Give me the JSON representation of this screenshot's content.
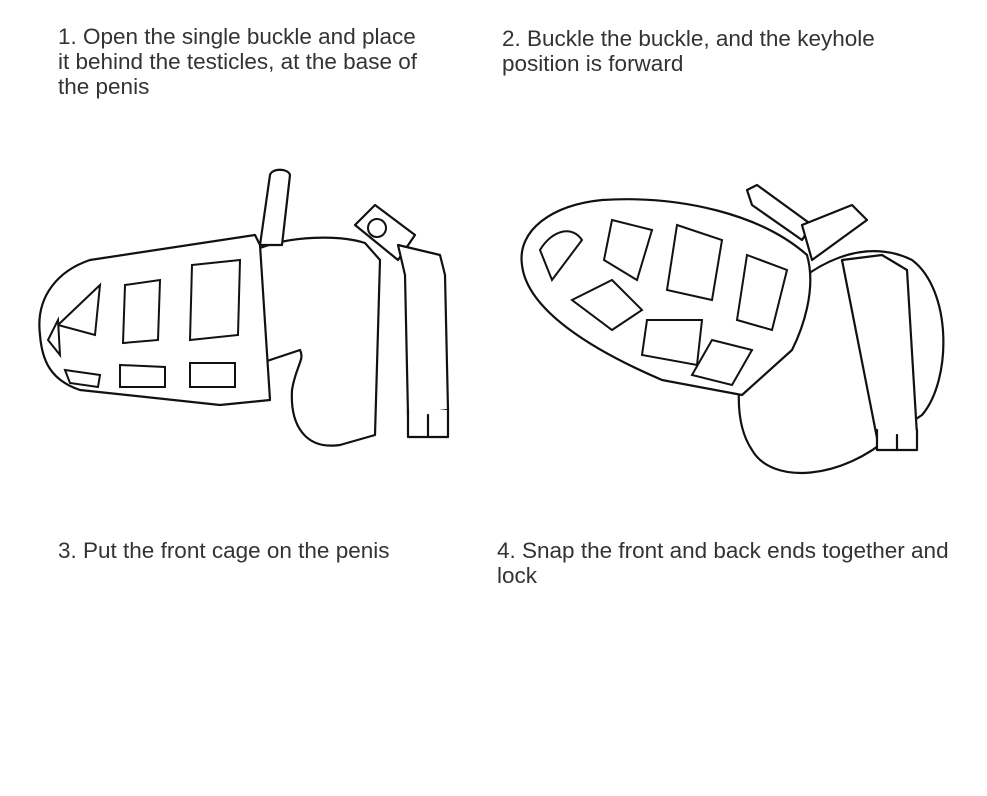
{
  "steps": [
    {
      "text": "1. Open the single buckle and place it behind the testicles, at the base of the penis"
    },
    {
      "text": "2. Buckle the buckle, and the keyhole position is forward"
    },
    {
      "text": "3. Put the front cage on the penis"
    },
    {
      "text": "4. Snap the front and back ends together and lock"
    }
  ]
}
